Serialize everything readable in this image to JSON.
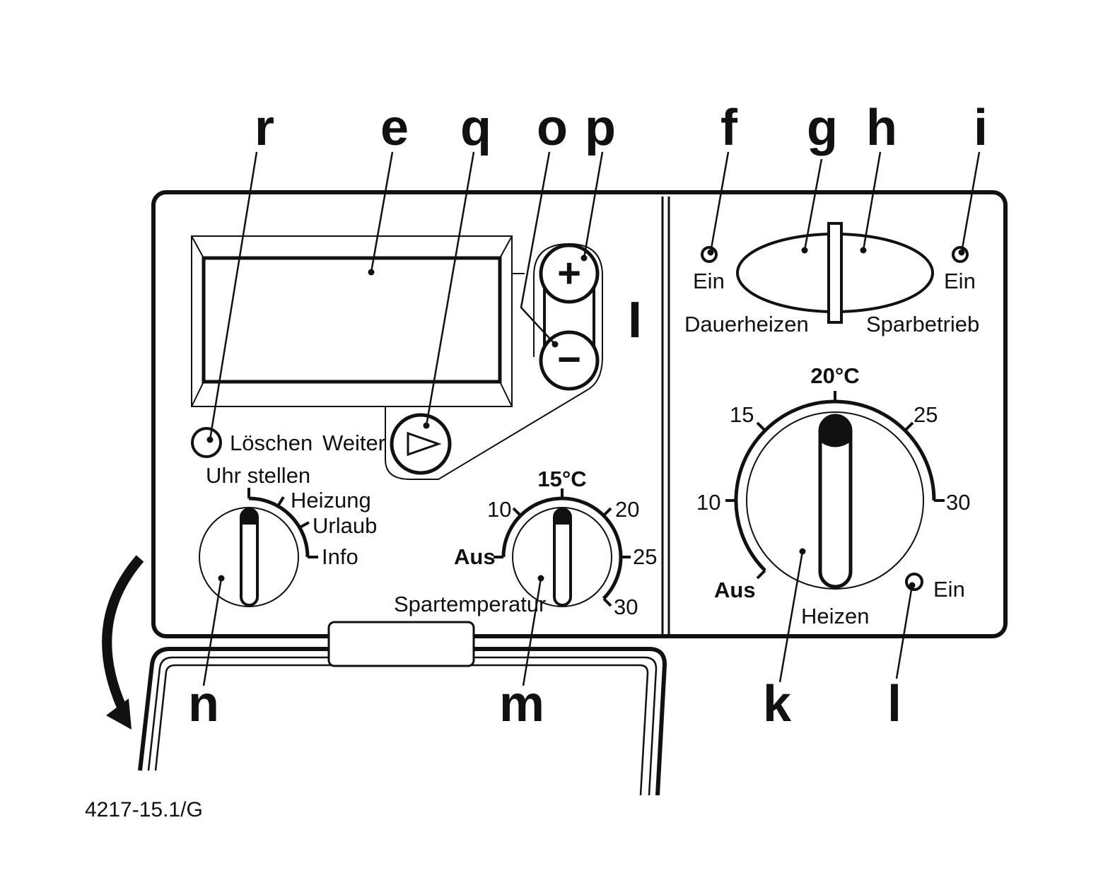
{
  "figure_id": "4217-15.1/G",
  "callouts": {
    "r": "r",
    "e": "e",
    "q": "q",
    "o": "o",
    "p": "p",
    "f": "f",
    "g": "g",
    "h": "h",
    "i": "i",
    "n": "n",
    "m": "m",
    "k": "k",
    "l": "l"
  },
  "display_panel": {
    "plus_symbol": "+",
    "minus_symbol": "−",
    "power_mark": "I",
    "clear_label": "Löschen",
    "next_label": "Weiter"
  },
  "mode_knob": {
    "positions": [
      "Uhr stellen",
      "Heizung",
      "Urlaub",
      "Info"
    ]
  },
  "eco_temp_knob": {
    "title": "Spartemperatur",
    "off_label": "Aus",
    "scale": [
      "10",
      "15°C",
      "20",
      "25",
      "30"
    ]
  },
  "mode_switch": {
    "left_indicator": "Ein",
    "right_indicator": "Ein",
    "left_label": "Dauerheizen",
    "right_label": "Sparbetrieb"
  },
  "heating_knob": {
    "title": "Heizen",
    "off_label": "Aus",
    "on_indicator": "Ein",
    "scale": [
      "10",
      "15",
      "20°C",
      "25",
      "30"
    ]
  }
}
